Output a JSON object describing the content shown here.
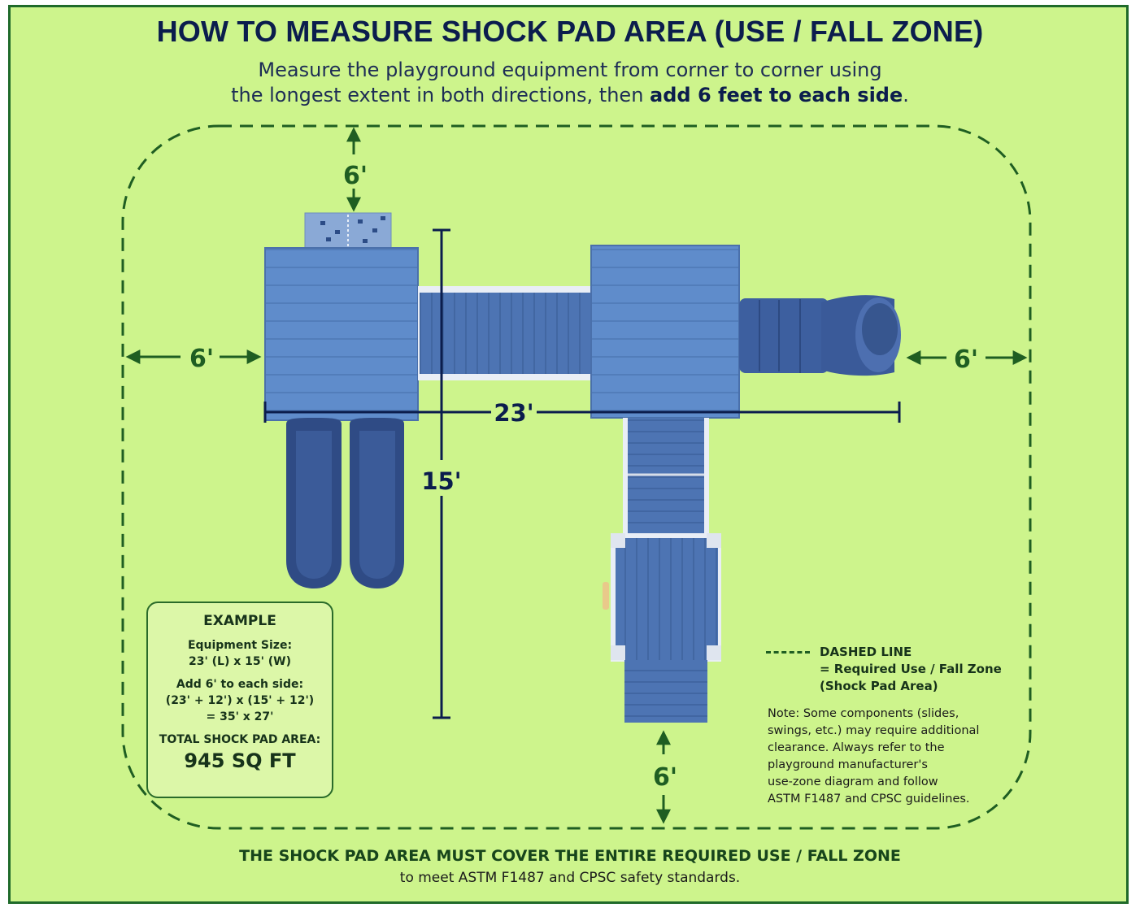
{
  "title": "HOW TO MEASURE SHOCK PAD AREA (USE / FALL ZONE)",
  "subtitle_line1": "Measure the playground equipment from corner to corner using",
  "subtitle_line2_prefix": "the longest extent in both directions, then ",
  "subtitle_line2_bold": "add 6 feet to each side",
  "subtitle_line2_suffix": ".",
  "dimensions": {
    "top": "6'",
    "left": "6'",
    "right": "6'",
    "bottom": "6'",
    "length": "23'",
    "width": "15'"
  },
  "example": {
    "title": "EXAMPLE",
    "size_label": "Equipment Size:",
    "size_value": "23' (L) x 15' (W)",
    "add_label": "Add 6' to each side:",
    "add_formula": "(23' + 12') x (15' + 12')",
    "add_result": "= 35' x 27'",
    "total_label": "TOTAL SHOCK PAD AREA:",
    "total_value": "945 SQ FT"
  },
  "legend": {
    "line1": "DASHED LINE",
    "line2": "= Required Use / Fall Zone",
    "line3": "(Shock Pad Area)"
  },
  "note": {
    "line1": "Note: Some components (slides,",
    "line2": "swings, etc.) may require additional",
    "line3": "clearance. Always refer to the",
    "line4": "playground manufacturer's",
    "line5": "use-zone diagram and follow",
    "line6": "ASTM F1487 and CPSC guidelines."
  },
  "footer_line1": "THE SHOCK PAD AREA MUST COVER THE ENTIRE REQUIRED USE / FALL ZONE",
  "footer_line2": "to meet ASTM F1487 and CPSC safety standards.",
  "colors": {
    "background": "#cdf48c",
    "zone_line": "#1f5e22",
    "dimension_navy": "#0b1d4d",
    "deck_blue": "#5b86c4",
    "slide_blue": "#2e4a80"
  }
}
